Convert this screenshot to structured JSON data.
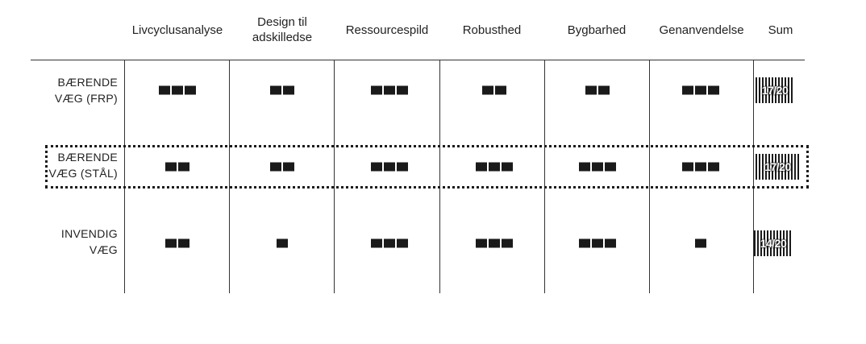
{
  "columns": [
    {
      "key": "lca",
      "label": "Livcyclusanalyse"
    },
    {
      "key": "design",
      "label": "Design til\nadskilledse"
    },
    {
      "key": "waste",
      "label": "Ressourcespild"
    },
    {
      "key": "robust",
      "label": "Robusthed"
    },
    {
      "key": "build",
      "label": "Bygbarhed"
    },
    {
      "key": "reuse",
      "label": "Genanvendelse"
    },
    {
      "key": "sum",
      "label": "Sum"
    }
  ],
  "rows": [
    {
      "label": "BÆRENDE\nVÆG (FRP)",
      "scores": [
        3,
        2,
        3,
        2,
        2,
        3
      ],
      "sum": "17/20",
      "highlighted": false
    },
    {
      "label": "BÆRENDE\nVÆG (STÅL)",
      "scores": [
        2,
        2,
        3,
        3,
        3,
        3
      ],
      "sum": "17/20",
      "highlighted": true
    },
    {
      "label": "INVENDIG\nVÆG",
      "scores": [
        2,
        1,
        3,
        3,
        3,
        1
      ],
      "sum": "14/20",
      "highlighted": false
    }
  ],
  "colors": {
    "ink": "#1a1a1a",
    "background": "#ffffff"
  }
}
